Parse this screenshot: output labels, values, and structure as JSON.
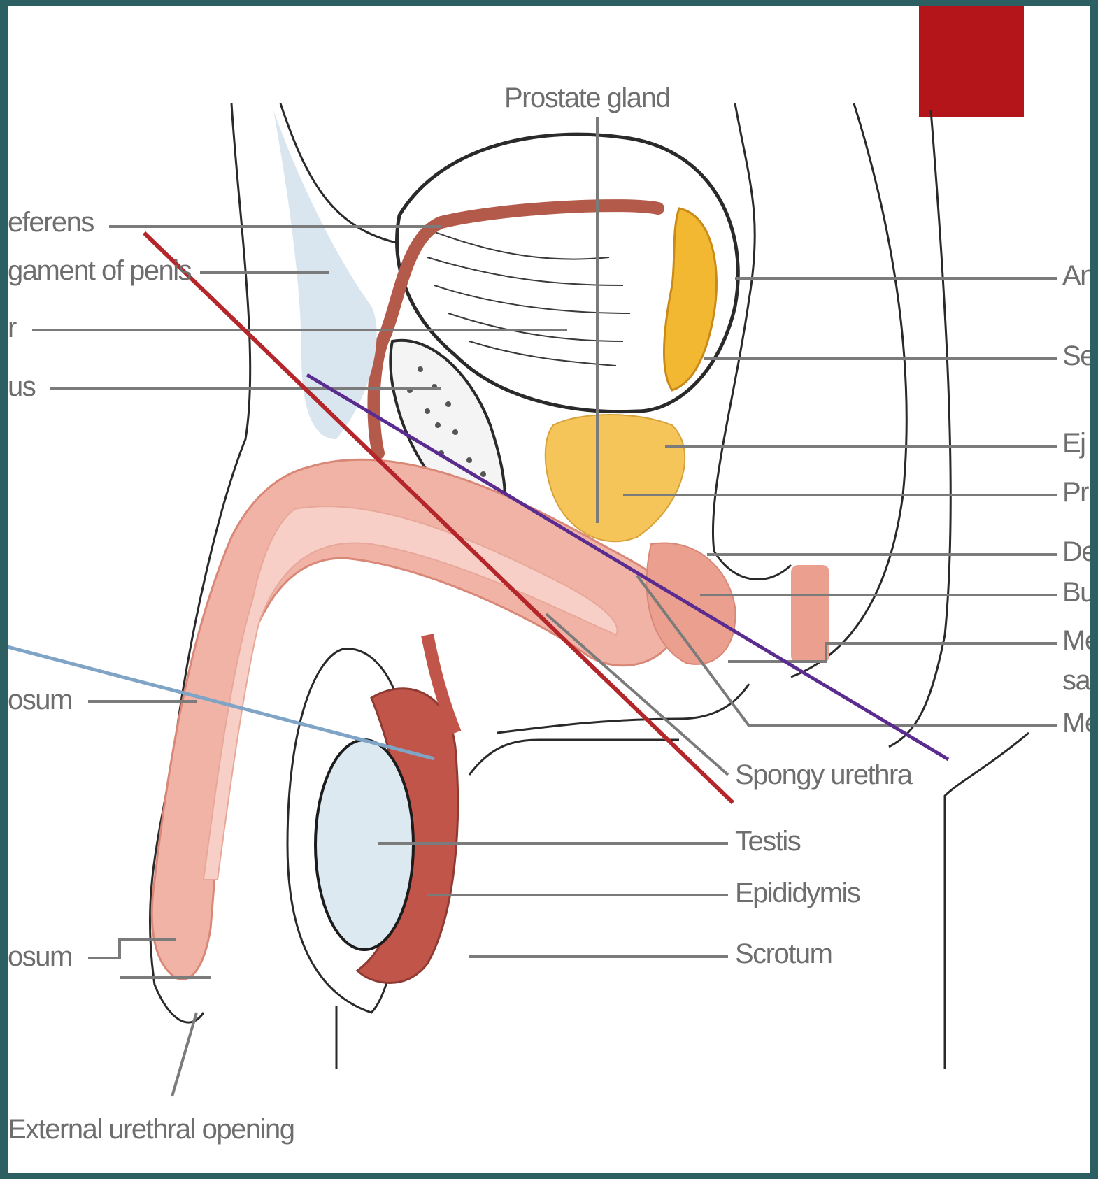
{
  "labels": {
    "left": [
      "eferens",
      "gament of penis",
      "r",
      "us",
      "osum",
      "osum"
    ],
    "top": "Prostate gland",
    "right": [
      "An",
      "Se",
      "Ej",
      "Pr",
      "De",
      "Bu",
      "Me",
      "sa",
      "Me"
    ],
    "bottom_center": [
      "Spongy urethra",
      "Testis",
      "Epididymis",
      "Scrotum"
    ],
    "bottom_left": "External urethral opening"
  },
  "colors": {
    "frame": "#2c5f62",
    "accent_block": "#b3151b",
    "red_line": "#b4262a",
    "purple_line": "#5b2c8f",
    "blue_line": "#7fa4c6"
  }
}
